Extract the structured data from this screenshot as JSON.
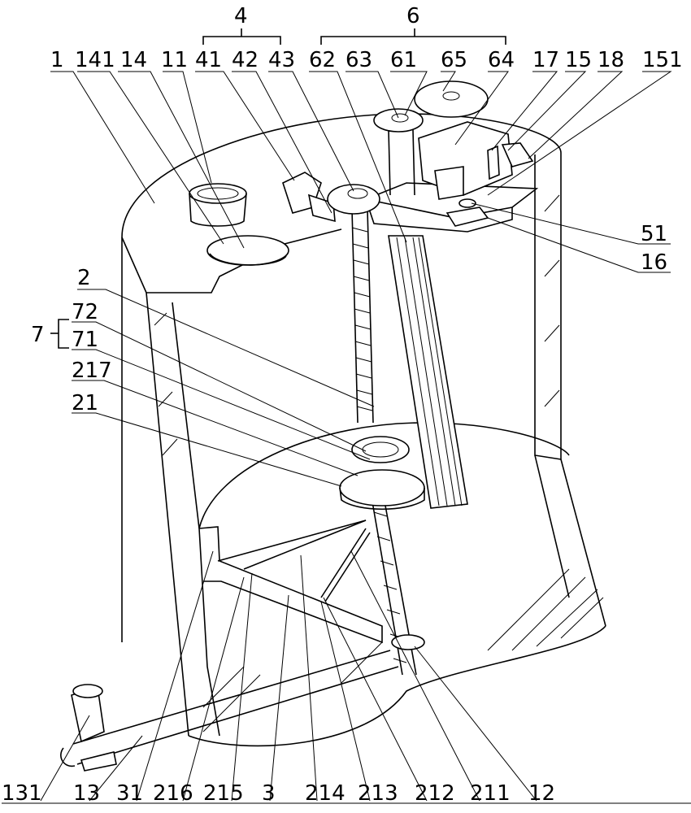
{
  "labels": {
    "l1": "1",
    "l141": "141",
    "l14": "14",
    "l11": "11",
    "l41": "41",
    "l42": "42",
    "l43": "43",
    "l62": "62",
    "l63": "63",
    "l61": "61",
    "l65": "65",
    "l64": "64",
    "l17": "17",
    "l15": "15",
    "l18": "18",
    "l151": "151",
    "l4": "4",
    "l6": "6",
    "l51": "51",
    "l16": "16",
    "l2": "2",
    "l7": "7",
    "l72": "72",
    "l71": "71",
    "l217": "217",
    "l21": "21",
    "l131": "131",
    "l13": "13",
    "l31": "31",
    "l216": "216",
    "l215": "215",
    "l3": "3",
    "l214": "214",
    "l213": "213",
    "l212": "212",
    "l211": "211",
    "l12": "12"
  }
}
